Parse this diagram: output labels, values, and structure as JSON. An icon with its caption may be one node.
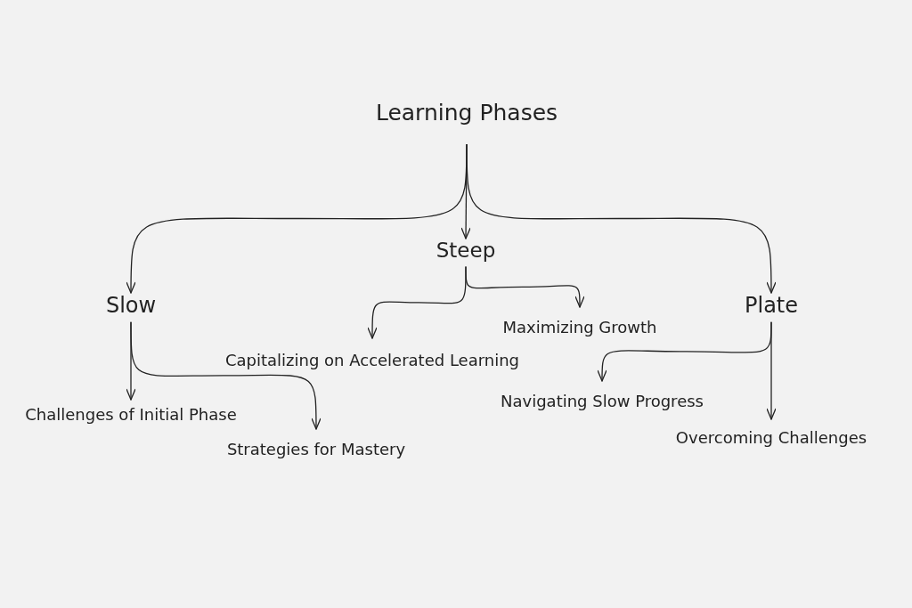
{
  "diagram": {
    "nodes": [
      {
        "text": [
          "Learning Phases"
        ]
      },
      {
        "text": [
          "Slow"
        ]
      },
      {
        "text": [
          "Steep"
        ]
      },
      {
        "text": [
          "Plate"
        ]
      },
      {
        "text": [
          "Challenges of Initial Phase"
        ]
      },
      {
        "text": [
          "Strategies for Mastery"
        ]
      },
      {
        "text": [
          "Capitalizing on Accelerated Learning"
        ]
      },
      {
        "text": [
          "Maximizing Growth"
        ]
      },
      {
        "text": [
          "Navigating Slow Progress"
        ]
      },
      {
        "text": [
          "Overcoming Challenges"
        ]
      }
    ],
    "edges": [
      {
        "from": 0,
        "to": 1,
        "arrow": "to"
      },
      {
        "from": 0,
        "to": 2,
        "arrow": "to"
      },
      {
        "from": 0,
        "to": 3,
        "arrow": "to"
      },
      {
        "from": 1,
        "to": 4,
        "arrow": "to"
      },
      {
        "from": 1,
        "to": 5,
        "arrow": "to"
      },
      {
        "from": 2,
        "to": 6,
        "arrow": "to"
      },
      {
        "from": 2,
        "to": 7,
        "arrow": "to"
      },
      {
        "from": 3,
        "to": 8,
        "arrow": "to"
      },
      {
        "from": 3,
        "to": 9,
        "arrow": "to"
      }
    ]
  }
}
